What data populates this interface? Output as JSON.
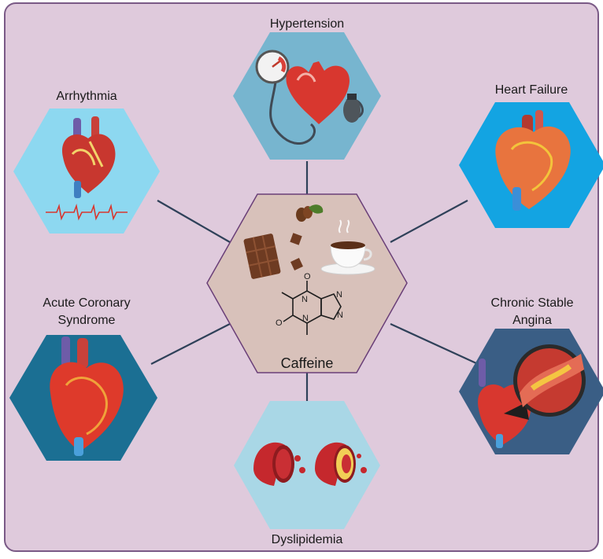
{
  "center": {
    "label": "Caffeine"
  },
  "conditions": {
    "hypertension": "Hypertension",
    "arrhythmia": "Arrhythmia",
    "heart_failure": "Heart Failure",
    "acs_line1": "Acute Coronary",
    "acs_line2": "Syndrome",
    "angina_line1": "Chronic Stable",
    "angina_line2": "Angina",
    "dyslipidemia": "Dyslipidemia"
  },
  "colors": {
    "background": "#dfcadc",
    "frame": "#7a5a86",
    "center_hex": "#d8c1ba",
    "hypertension_hex": "#77b5cf",
    "arrhythmia_hex": "#8dd8f0",
    "heart_failure_hex": "#13a4e2",
    "acs_hex": "#1b6f93",
    "angina_hex": "#3a5e85",
    "dyslipidemia_hex": "#a9d7e6",
    "connector": "#2f4159"
  }
}
